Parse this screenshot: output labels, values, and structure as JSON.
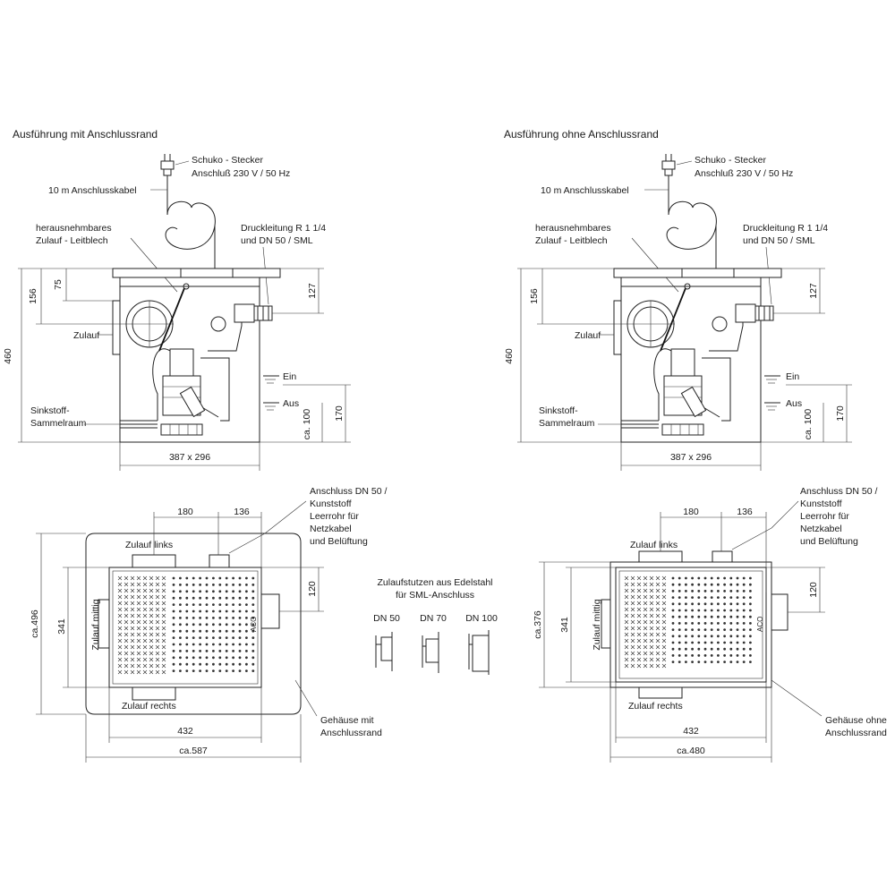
{
  "left": {
    "title": "Ausführung mit Anschlussrand",
    "plug_line1": "Schuko - Stecker",
    "plug_line2": "Anschluß 230 V / 50 Hz",
    "cable": "10 m Anschlusskabel",
    "baffle_line1": "herausnehmbares",
    "baffle_line2": "Zulauf - Leitblech",
    "pressure_line1": "Druckleitung R 1 1/4",
    "pressure_line2": "und DN 50 / SML",
    "inlet": "Zulauf",
    "sediment_line1": "Sinkstoff-",
    "sediment_line2": "Sammelraum",
    "on": "Ein",
    "off": "Aus",
    "dim_460": "460",
    "dim_156": "156",
    "dim_75": "75",
    "dim_127": "127",
    "dim_170": "170",
    "dim_ca100": "ca. 100",
    "dim_base": "387 x 296",
    "conn_line1": "Anschluss DN 50 /",
    "conn_line2": "Kunststoff",
    "conduit_line1": "Leerrohr für",
    "conduit_line2": "Netzkabel",
    "conduit_line3": "und Belüftung",
    "dim_180": "180",
    "dim_136": "136",
    "dim_120": "120",
    "dim_341": "341",
    "dim_height_total": "ca.496",
    "dim_432": "432",
    "dim_width_total": "ca.587",
    "inlet_left": "Zulauf links",
    "inlet_middle": "Zulauf mittig",
    "inlet_right": "Zulauf rechts",
    "aco": "ACO",
    "housing_line1": "Gehäuse mit",
    "housing_line2": "Anschlussrand"
  },
  "right": {
    "title": "Ausführung ohne Anschlussrand",
    "plug_line1": "Schuko - Stecker",
    "plug_line2": "Anschluß 230 V / 50 Hz",
    "cable": "10 m Anschlusskabel",
    "baffle_line1": "herausnehmbares",
    "baffle_line2": "Zulauf - Leitblech",
    "pressure_line1": "Druckleitung R 1 1/4",
    "pressure_line2": "und DN 50 / SML",
    "inlet": "Zulauf",
    "sediment_line1": "Sinkstoff-",
    "sediment_line2": "Sammelraum",
    "on": "Ein",
    "off": "Aus",
    "dim_460": "460",
    "dim_156": "156",
    "dim_127": "127",
    "dim_170": "170",
    "dim_ca100": "ca. 100",
    "dim_base": "387 x 296",
    "conn_line1": "Anschluss DN 50 /",
    "conn_line2": "Kunststoff",
    "conduit_line1": "Leerrohr für",
    "conduit_line2": "Netzkabel",
    "conduit_line3": "und Belüftung",
    "dim_180": "180",
    "dim_136": "136",
    "dim_120": "120",
    "dim_341": "341",
    "dim_height_total": "ca.376",
    "dim_432": "432",
    "dim_width_total": "ca.480",
    "inlet_left": "Zulauf links",
    "inlet_middle": "Zulauf mittig",
    "inlet_right": "Zulauf rechts",
    "aco": "ACO",
    "housing_line1": "Gehäuse ohne",
    "housing_line2": "Anschlussrand"
  },
  "center": {
    "title_line1": "Zulaufstutzen aus Edelstahl",
    "title_line2": "für SML-Anschluss",
    "dn50": "DN 50",
    "dn70": "DN 70",
    "dn100": "DN 100"
  }
}
